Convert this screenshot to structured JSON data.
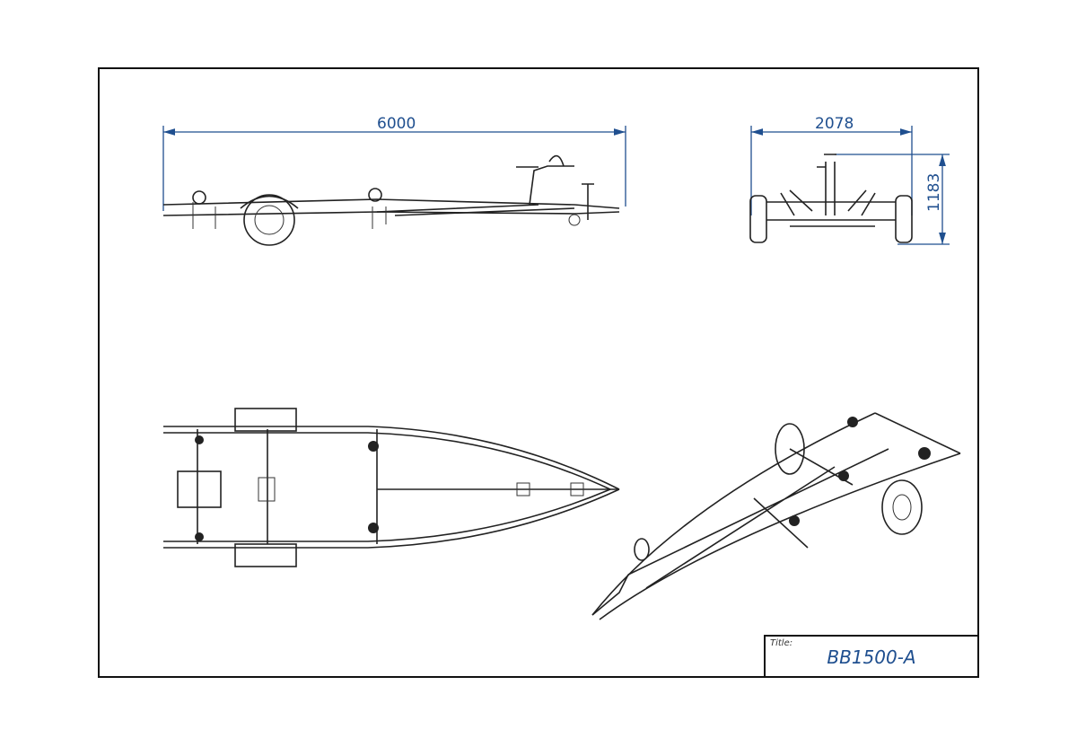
{
  "dimensions": {
    "length": "6000",
    "width": "2078",
    "height": "1183"
  },
  "title_block": {
    "label": "Title:",
    "value": "BB1500-A"
  },
  "colors": {
    "dimension": "#1f4f8f",
    "line": "#222222"
  }
}
